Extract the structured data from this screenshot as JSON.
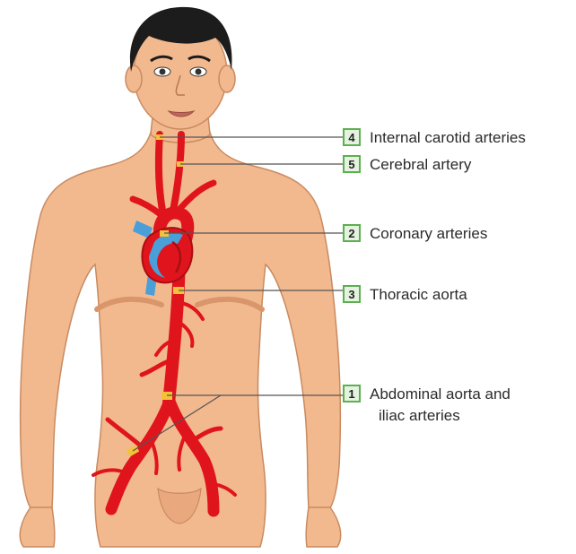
{
  "figure": {
    "subject": "Male human torso with major arteries highlighted",
    "colors": {
      "skin": "#f2b98f",
      "skin_shadow": "#d9966b",
      "hair": "#1c1c1c",
      "artery": "#e0141c",
      "artery_dark": "#a80f14",
      "vein": "#4a9fd8",
      "plaque": "#f4c23a",
      "leader_line": "#555555",
      "box_border": "#5bb04f",
      "box_fill": "#e4f2df"
    }
  },
  "callouts": [
    {
      "number": "4",
      "label": "Internal carotid arteries"
    },
    {
      "number": "5",
      "label": "Cerebral artery"
    },
    {
      "number": "2",
      "label": "Coronary arteries"
    },
    {
      "number": "3",
      "label": "Thoracic aorta"
    },
    {
      "number": "1",
      "label": "Abdominal aorta and",
      "label_line2": "iliac arteries"
    }
  ]
}
